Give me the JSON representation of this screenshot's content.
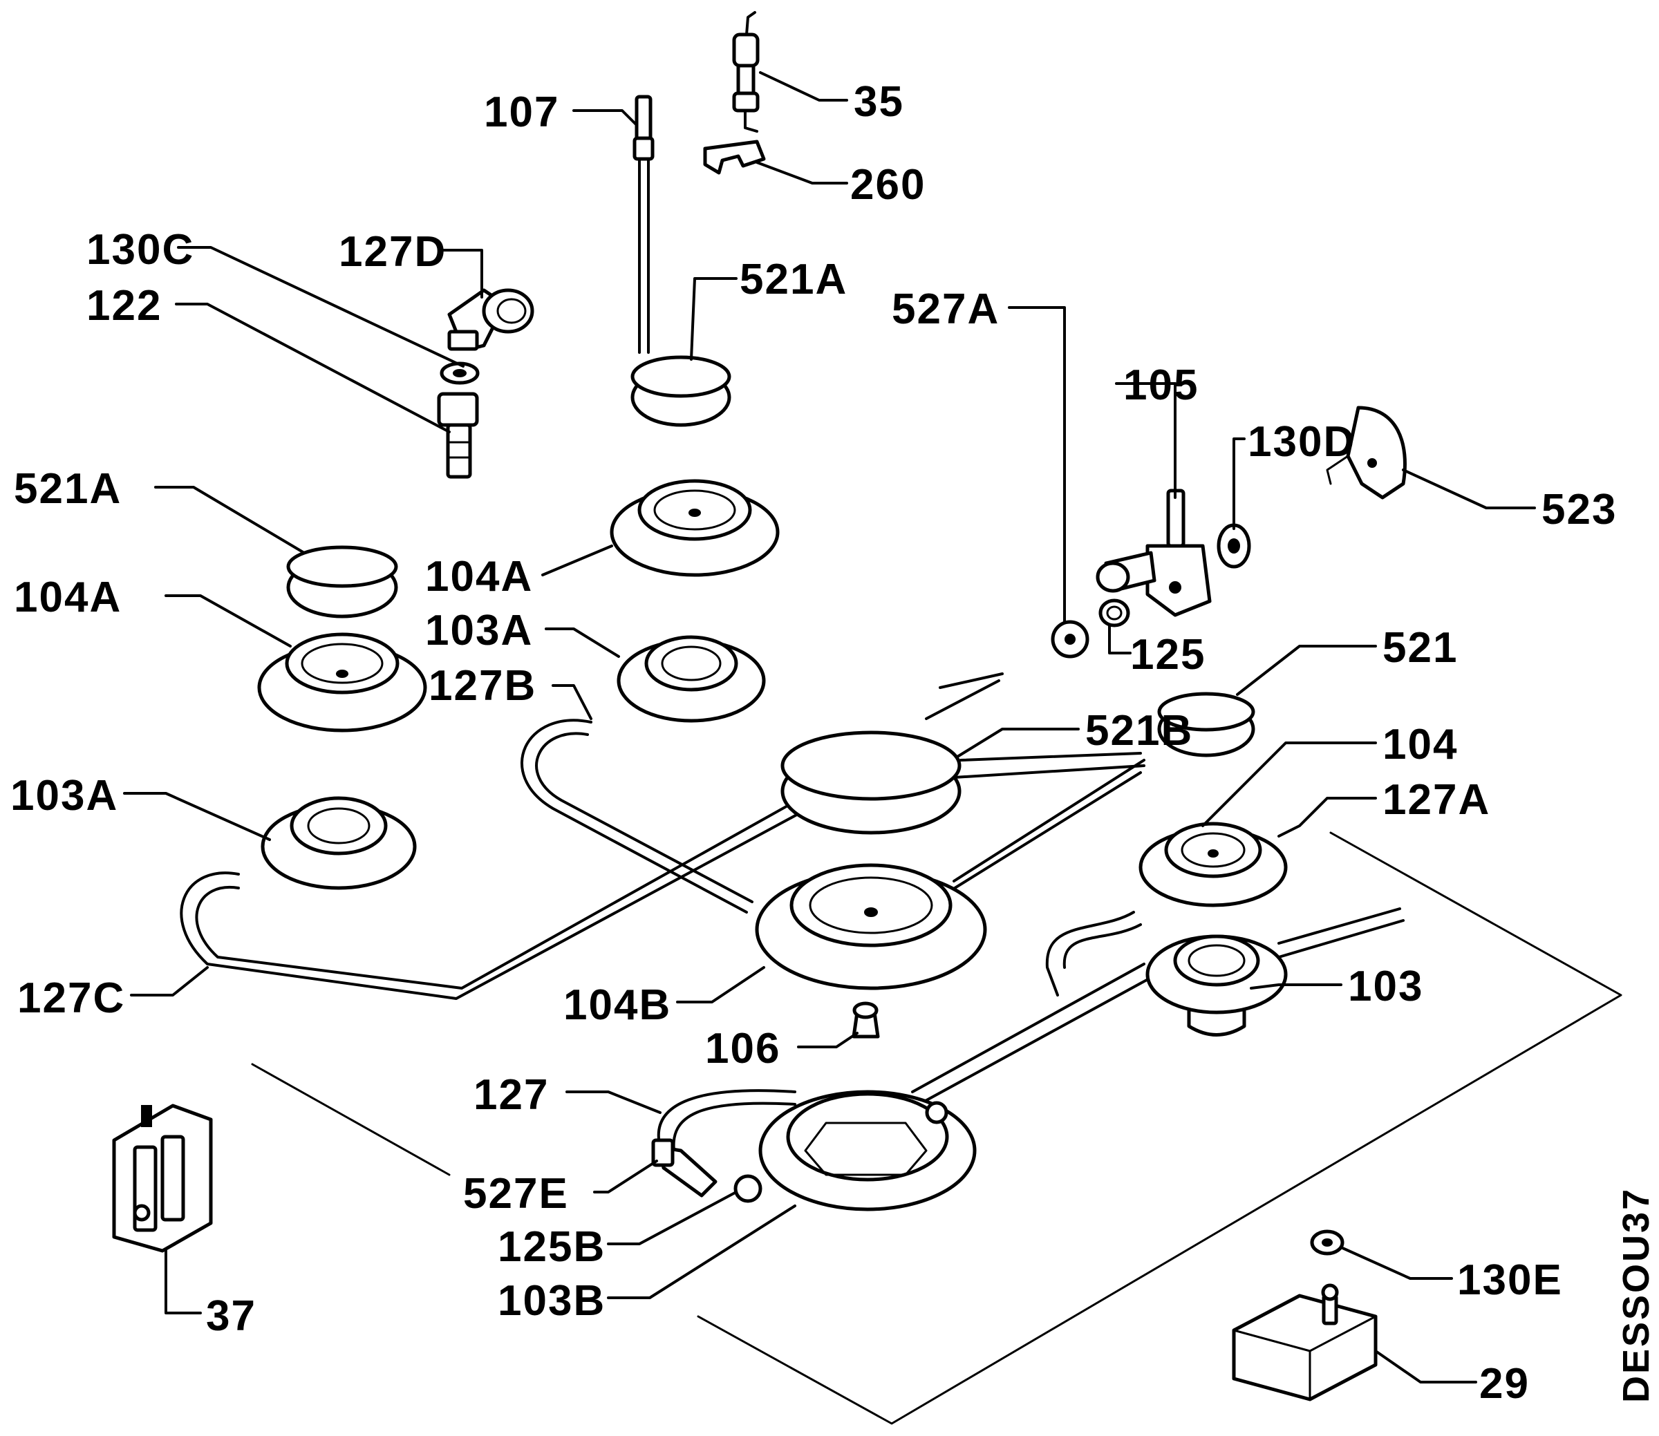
{
  "diagram": {
    "code": "DESSOU37",
    "labels": {
      "p35": "35",
      "p107": "107",
      "p260": "260",
      "p130C": "130C",
      "p127D": "127D",
      "p122": "122",
      "p521A_top": "521A",
      "p527A": "527A",
      "p105": "105",
      "p130D": "130D",
      "p523": "523",
      "p521A_left": "521A",
      "p104A_center": "104A",
      "p104A_left": "104A",
      "p103A_center": "103A",
      "p127B": "127B",
      "p125": "125",
      "p521": "521",
      "p521B": "521B",
      "p104": "104",
      "p127A": "127A",
      "p103A_left": "103A",
      "p127C": "127C",
      "p104B": "104B",
      "p103": "103",
      "p106": "106",
      "p127": "127",
      "p527E": "527E",
      "p125B": "125B",
      "p103B": "103B",
      "p37": "37",
      "p130E": "130E",
      "p29": "29"
    }
  }
}
